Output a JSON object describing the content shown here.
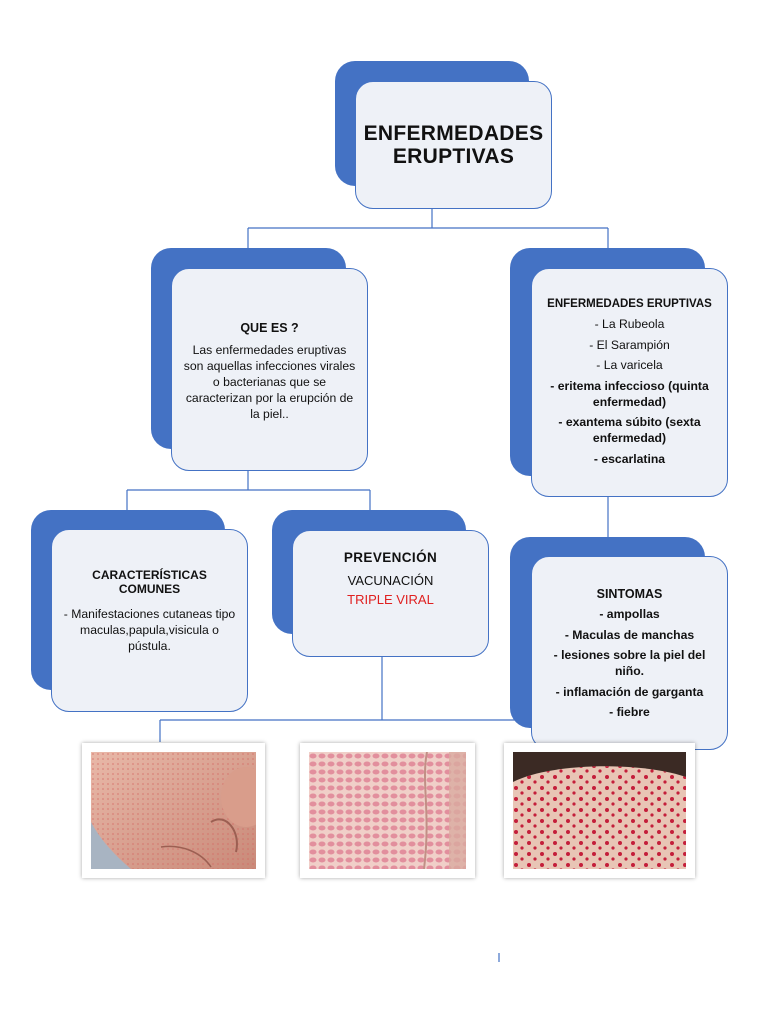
{
  "title": {
    "line1": "ENFERMEDADES",
    "line2": "ERUPTIVAS"
  },
  "que_es": {
    "heading": "QUE ES ?",
    "text": "Las enfermedades eruptivas son aquellas infecciones virales o bacterianas que se caracterizan por la erupción de la piel.."
  },
  "enfermedades": {
    "heading": "ENFERMEDADES ERUPTIVAS",
    "items": [
      "- La Rubeola",
      "- El Sarampión",
      "- La varicela",
      "- eritema infeccioso (quinta enfermedad)",
      "- exantema súbito (sexta enfermedad)",
      "- escarlatina"
    ]
  },
  "caracteristicas": {
    "heading": "CARACTERÍSTICAS COMUNES",
    "text": "- Manifestaciones cutaneas tipo maculas,papula,visicula o pústula."
  },
  "prevencion": {
    "heading": "PREVENCIÓN",
    "line1": "VACUNACIÓN",
    "line2": "TRIPLE VIRAL"
  },
  "sintomas": {
    "heading": "SINTOMAS",
    "items": [
      "- ampollas",
      "- Maculas de manchas",
      "- lesiones sobre la piel del niño.",
      "- inflamación de garganta",
      "- fiebre"
    ]
  },
  "colors": {
    "accent": "#4472c4",
    "box_fill": "#eef1f7",
    "highlight": "#e02020"
  }
}
